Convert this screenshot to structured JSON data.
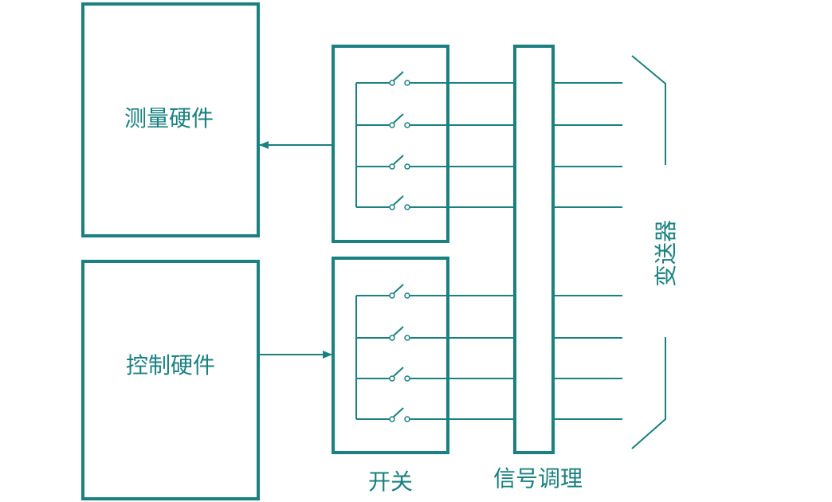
{
  "colors": {
    "stroke": "#1a8080",
    "text": "#1a8080",
    "background": "#ffffff"
  },
  "labels": {
    "measurement_hardware": "测量硬件",
    "control_hardware": "控制硬件",
    "switch": "开关",
    "signal_conditioning": "信号调理",
    "transmitter": "变送器"
  }
}
